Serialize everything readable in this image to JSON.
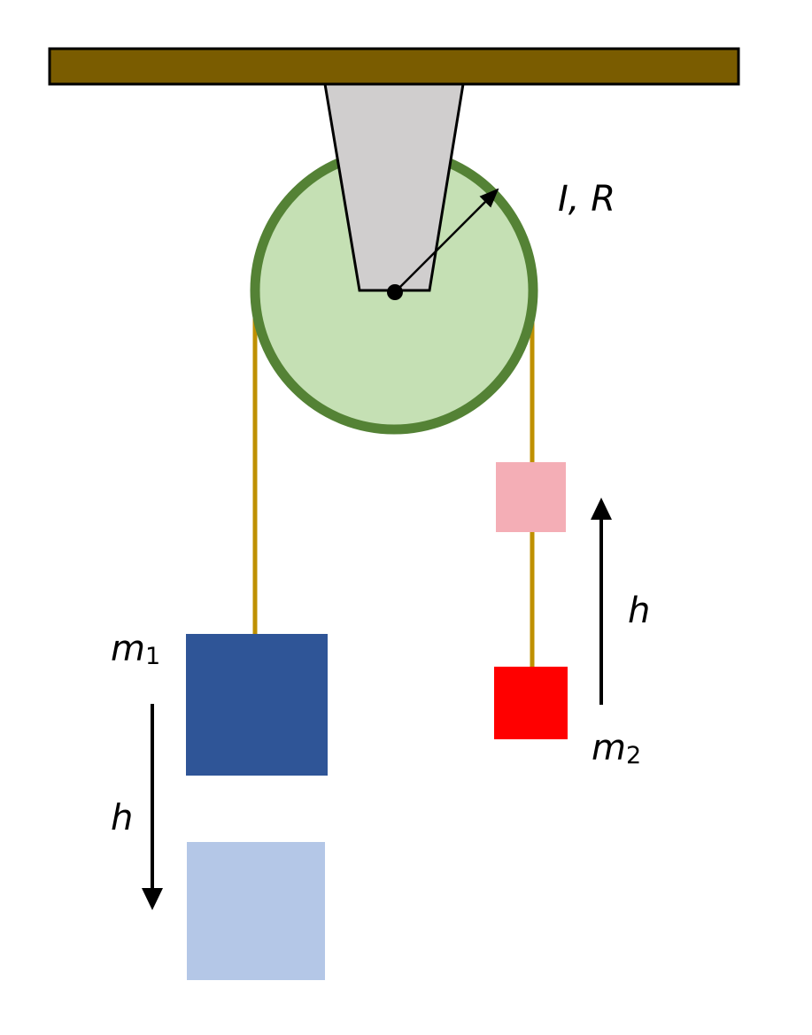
{
  "labels": {
    "pulley": "I, R",
    "mass1_symbol": "m",
    "mass1_subscript": "1",
    "mass2_symbol": "m",
    "mass2_subscript": "2",
    "height_left": "h",
    "height_right": "h"
  },
  "colors": {
    "ceiling": "#7a5c00",
    "bracket": "#d0cece",
    "pulley_fill": "#c5e0b4",
    "pulley_rim": "#548235",
    "rope": "#bf9000",
    "mass1": "#2f5597",
    "mass1_ghost": "#b4c7e7",
    "mass2": "#ff0000",
    "mass2_ghost": "#f4aeb6",
    "arrow": "#000000"
  }
}
